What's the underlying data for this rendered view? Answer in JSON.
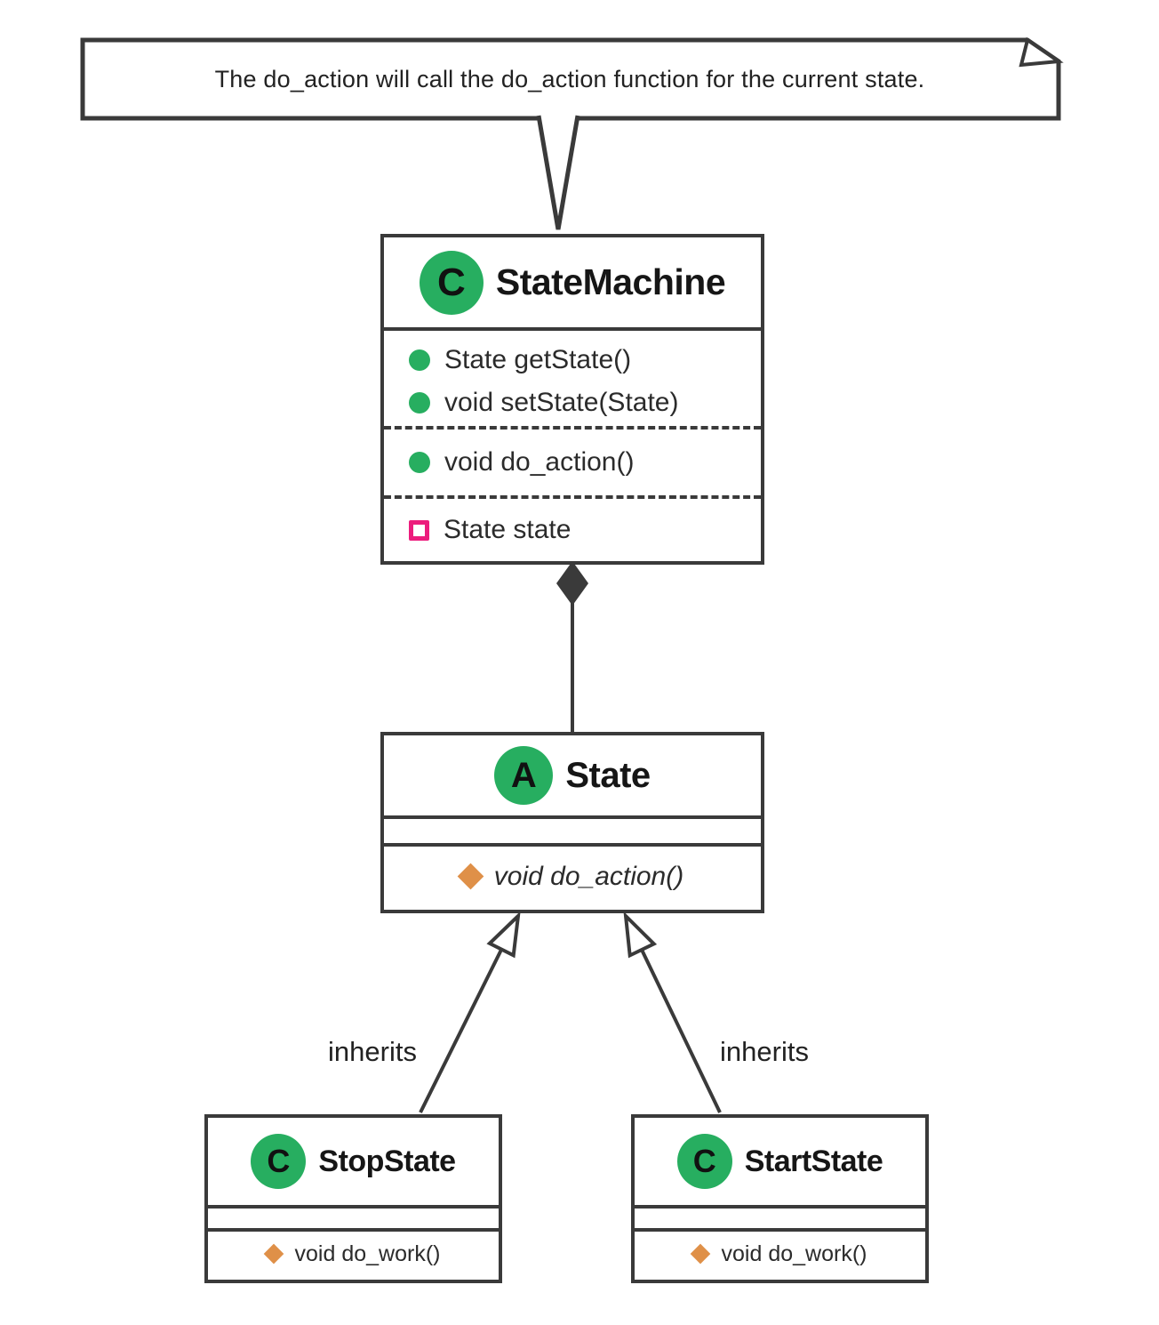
{
  "note": {
    "text": "The do_action will call the do_action function for the current state."
  },
  "classes": {
    "state_machine": {
      "icon_letter": "C",
      "name": "StateMachine",
      "methods_public": [
        "State getState()",
        "void setState(State)"
      ],
      "methods_action": [
        "void do_action()"
      ],
      "fields": [
        "State state"
      ]
    },
    "state": {
      "icon_letter": "A",
      "name": "State",
      "methods": [
        "void do_action()"
      ]
    },
    "stop_state": {
      "icon_letter": "C",
      "name": "StopState",
      "methods": [
        "void do_work()"
      ]
    },
    "start_state": {
      "icon_letter": "C",
      "name": "StartState",
      "methods": [
        "void do_work()"
      ]
    }
  },
  "edges": {
    "left_label": "inherits",
    "right_label": "inherits"
  },
  "colors": {
    "line": "#3a3a3a",
    "class_green": "#27ae60",
    "abstract_method_orange": "#df9048",
    "private_field_pink": "#ec1d7d"
  }
}
